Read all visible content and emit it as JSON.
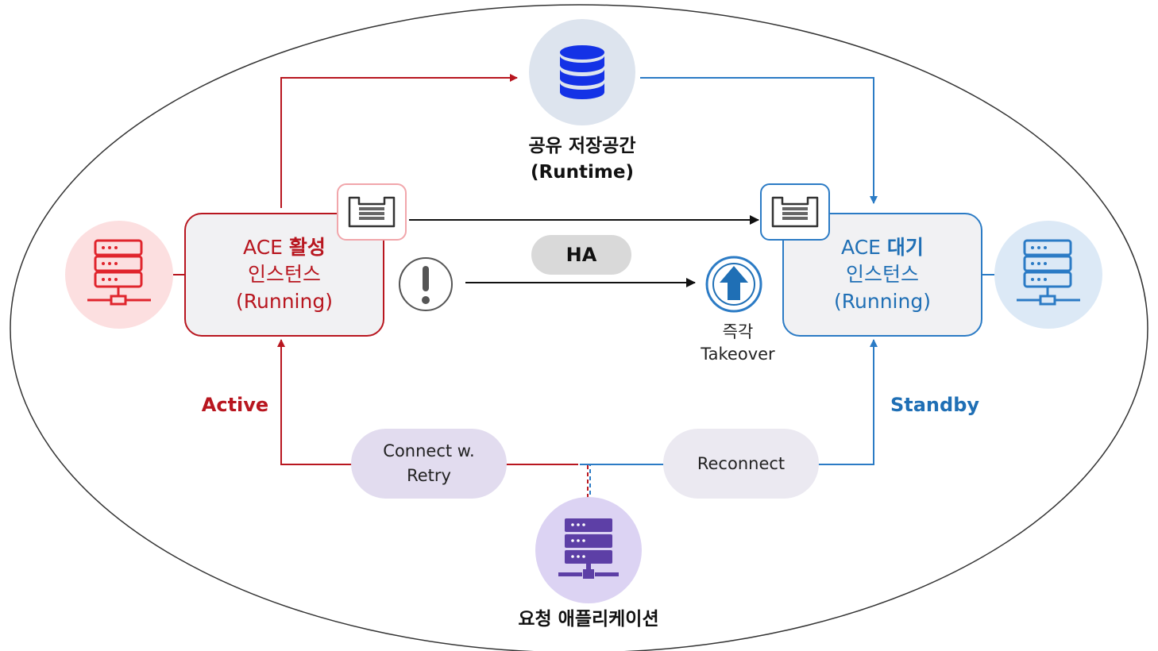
{
  "shared_storage": {
    "line1": "공유 저장공간",
    "line2": "(Runtime)"
  },
  "active_instance": {
    "name_prefix": "ACE ",
    "name_state": "활성",
    "line2": "인스턴스",
    "line3": "(Running)"
  },
  "standby_instance": {
    "name_prefix": "ACE ",
    "name_state": "대기",
    "line2": "인스턴스",
    "line3": "(Running)"
  },
  "ha_label": "HA",
  "takeover": {
    "line1": "즉각",
    "line2": "Takeover"
  },
  "active_label": "Active",
  "standby_label": "Standby",
  "connect_pill": {
    "line1": "Connect w.",
    "line2": "Retry"
  },
  "reconnect_pill": "Reconnect",
  "client_app": "요청 애플리케이션",
  "colors": {
    "active_red": "#b8161f",
    "standby_blue": "#2b7bc5",
    "db_blue": "#1432e6",
    "client_purple": "#5d3fa6"
  },
  "icons": [
    "database-icon",
    "server-icon",
    "queue-icon",
    "alert-icon",
    "arrow-up-icon"
  ]
}
